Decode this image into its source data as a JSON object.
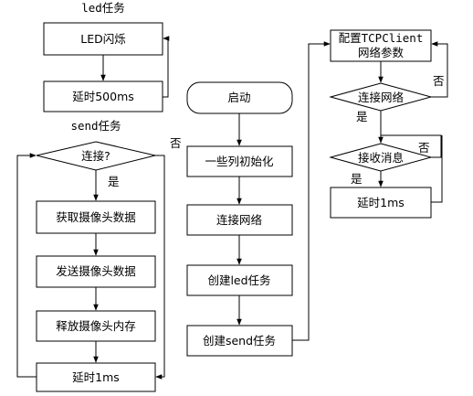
{
  "colors": {
    "stroke": "#000000",
    "fill": "#ffffff",
    "background": "#ffffff"
  },
  "led_task": {
    "title": "led任务",
    "nodes": {
      "blink": "LED闪烁",
      "delay": "延时500ms"
    }
  },
  "send_task": {
    "title": "send任务",
    "nodes": {
      "connected": "连接?",
      "get_data": "获取摄像头数据",
      "send_data": "发送摄像头数据",
      "free_mem": "释放摄像头内存",
      "delay": "延时1ms"
    },
    "labels": {
      "yes": "是",
      "no": "否"
    }
  },
  "main_flow": {
    "nodes": {
      "start": "启动",
      "init": "一些列初始化",
      "connect": "连接网络",
      "create_led": "创建led任务",
      "create_send": "创建send任务"
    }
  },
  "tcp_task": {
    "nodes": {
      "config_line1": "配置TCPClient",
      "config_line2": "网络参数",
      "connect_net": "连接网络",
      "receive": "接收消息",
      "delay": "延时1ms"
    },
    "labels": {
      "yes_connect": "是",
      "no_connect": "否",
      "yes_receive": "是",
      "no_receive": "否"
    }
  }
}
